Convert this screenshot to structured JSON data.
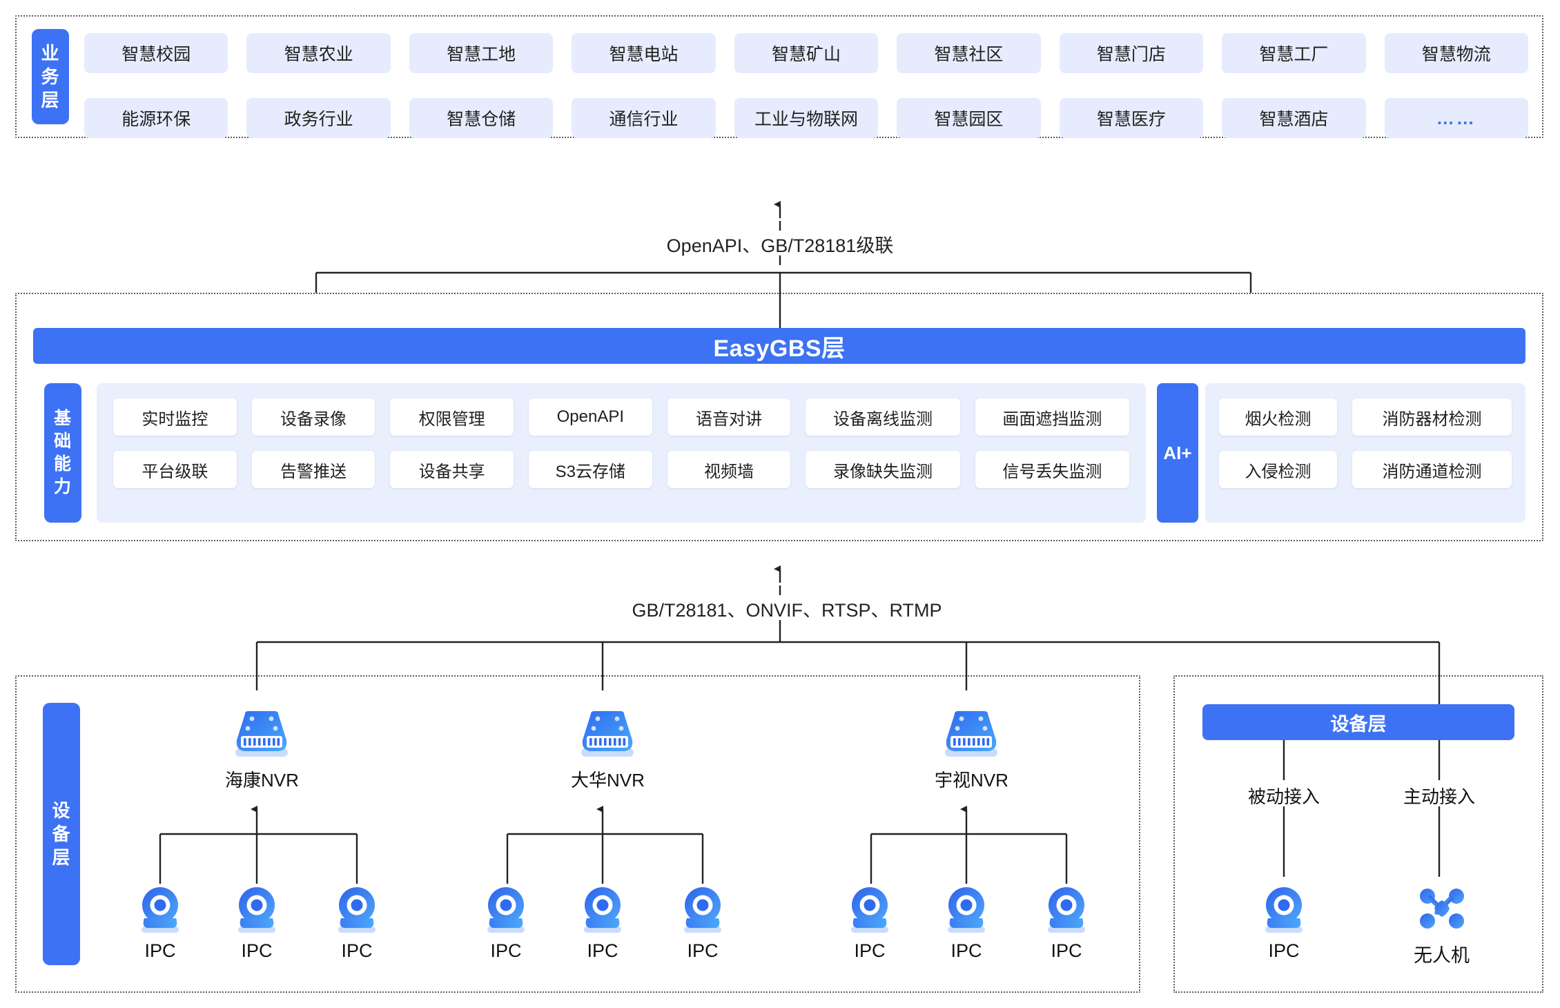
{
  "business_layer": {
    "side_label": "业务层",
    "items": [
      "智慧校园",
      "智慧农业",
      "智慧工地",
      "智慧电站",
      "智慧矿山",
      "智慧社区",
      "智慧门店",
      "智慧工厂",
      "智慧物流",
      "能源环保",
      "政务行业",
      "智慧仓储",
      "通信行业",
      "工业与物联网",
      "智慧园区",
      "智慧医疗",
      "智慧酒店",
      "……"
    ]
  },
  "connector_top": "OpenAPI、GB/T28181级联",
  "connector_bottom": "GB/T28181、ONVIF、RTSP、RTMP",
  "platform_layer": {
    "title": "EasyGBS层",
    "side_label": "基础能力",
    "capabilities_row1": [
      "实时监控",
      "设备录像",
      "权限管理",
      "OpenAPI",
      "语音对讲",
      "设备离线监测",
      "画面遮挡监测"
    ],
    "capabilities_row2": [
      "平台级联",
      "告警推送",
      "设备共享",
      "S3云存储",
      "视频墙",
      "录像缺失监测",
      "信号丢失监测"
    ],
    "ai": {
      "label": "AI+",
      "items_row1": [
        "烟火检测",
        "消防器材检测"
      ],
      "items_row2": [
        "入侵检测",
        "消防通道检测"
      ]
    }
  },
  "device_layer": {
    "side_label": "设备层",
    "nvr_groups": [
      {
        "nvr": "海康NVR",
        "cameras": [
          "IPC",
          "IPC",
          "IPC"
        ]
      },
      {
        "nvr": "大华NVR",
        "cameras": [
          "IPC",
          "IPC",
          "IPC"
        ]
      },
      {
        "nvr": "宇视NVR",
        "cameras": [
          "IPC",
          "IPC",
          "IPC"
        ]
      }
    ],
    "right_panel": {
      "bar_title": "设备层",
      "branches": [
        {
          "access": "被动接入",
          "device": "IPC",
          "icon": "ipc-camera-icon"
        },
        {
          "access": "主动接入",
          "device": "无人机",
          "icon": "drone-icon"
        }
      ]
    }
  },
  "colors": {
    "brand_blue": "#3d72f5",
    "chip_bg": "#e6ecfd",
    "cap_panel_bg": "#e9effd",
    "line": "#333333",
    "dash_border": "#5a5a5a"
  }
}
